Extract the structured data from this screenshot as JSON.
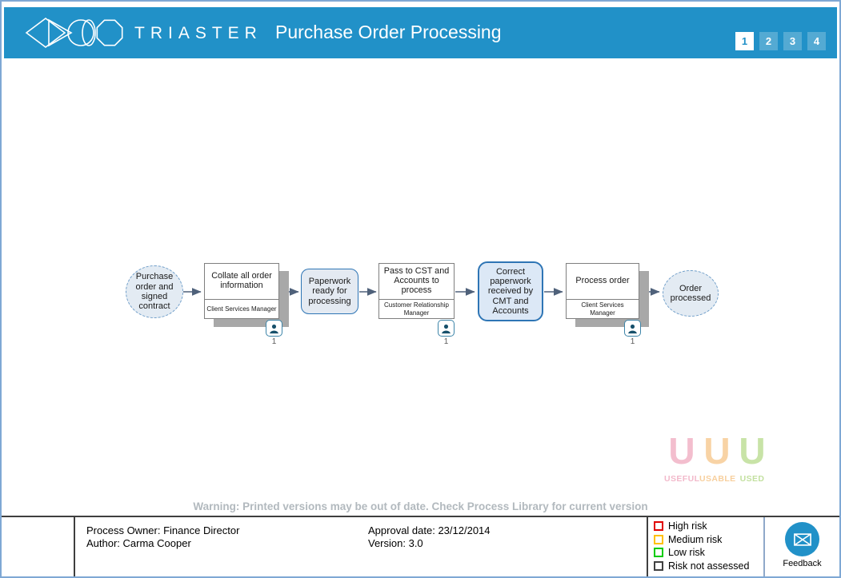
{
  "header": {
    "brand": "TRIASTER",
    "title": "Purchase Order Processing",
    "pages": [
      {
        "label": "1",
        "active": true
      },
      {
        "label": "2",
        "active": false
      },
      {
        "label": "3",
        "active": false
      },
      {
        "label": "4",
        "active": false
      }
    ]
  },
  "colors": {
    "header_blue": "#2191c8",
    "page_button_blue": "#54aad3",
    "highlight_border": "#2e75b5",
    "shadow_gray": "#a8a8a8",
    "page_border_blue": "#7fa8d4"
  },
  "flowchart": {
    "nodes": [
      {
        "id": "start",
        "type": "terminator",
        "text": "Purchase order and signed contract"
      },
      {
        "id": "collate",
        "type": "activity",
        "title": "Collate all order information",
        "role": "Client Services Manager",
        "resource_count": "1"
      },
      {
        "id": "paperwork-ready",
        "type": "deliverable",
        "text": "Paperwork ready for processing"
      },
      {
        "id": "pass-to-cst",
        "type": "activity",
        "title": "Pass to CST and Accounts to process",
        "role": "Customer Relationship Manager",
        "resource_count": "1"
      },
      {
        "id": "correct-paperwork",
        "type": "deliverable-highlight",
        "text": "Correct paperwork received by CMT and Accounts"
      },
      {
        "id": "process-order",
        "type": "activity",
        "title": "Process order",
        "role": "Client Services Manager",
        "resource_count": "1"
      },
      {
        "id": "end",
        "type": "terminator",
        "text": "Order processed"
      }
    ]
  },
  "watermark": {
    "items": [
      {
        "glyph": "U",
        "label": "USEFUL",
        "color": "#e87f9f"
      },
      {
        "glyph": "U",
        "label": "USABLE",
        "color": "#f2a94e"
      },
      {
        "glyph": "U",
        "label": "USED",
        "color": "#92c851"
      }
    ]
  },
  "warning": "Warning: Printed versions may be out of date. Check Process Library for current version",
  "footer": {
    "process_owner": "Process Owner: Finance Director",
    "author": "Author: Carma Cooper",
    "approval_date": "Approval date: 23/12/2014",
    "version": "Version: 3.0",
    "risk_legend": [
      {
        "label": "High risk",
        "color": "#e00000"
      },
      {
        "label": "Medium risk",
        "color": "#ffc000"
      },
      {
        "label": "Low risk",
        "color": "#00cc00"
      },
      {
        "label": "Risk not assessed",
        "color": "#404040"
      }
    ],
    "feedback_label": "Feedback"
  }
}
